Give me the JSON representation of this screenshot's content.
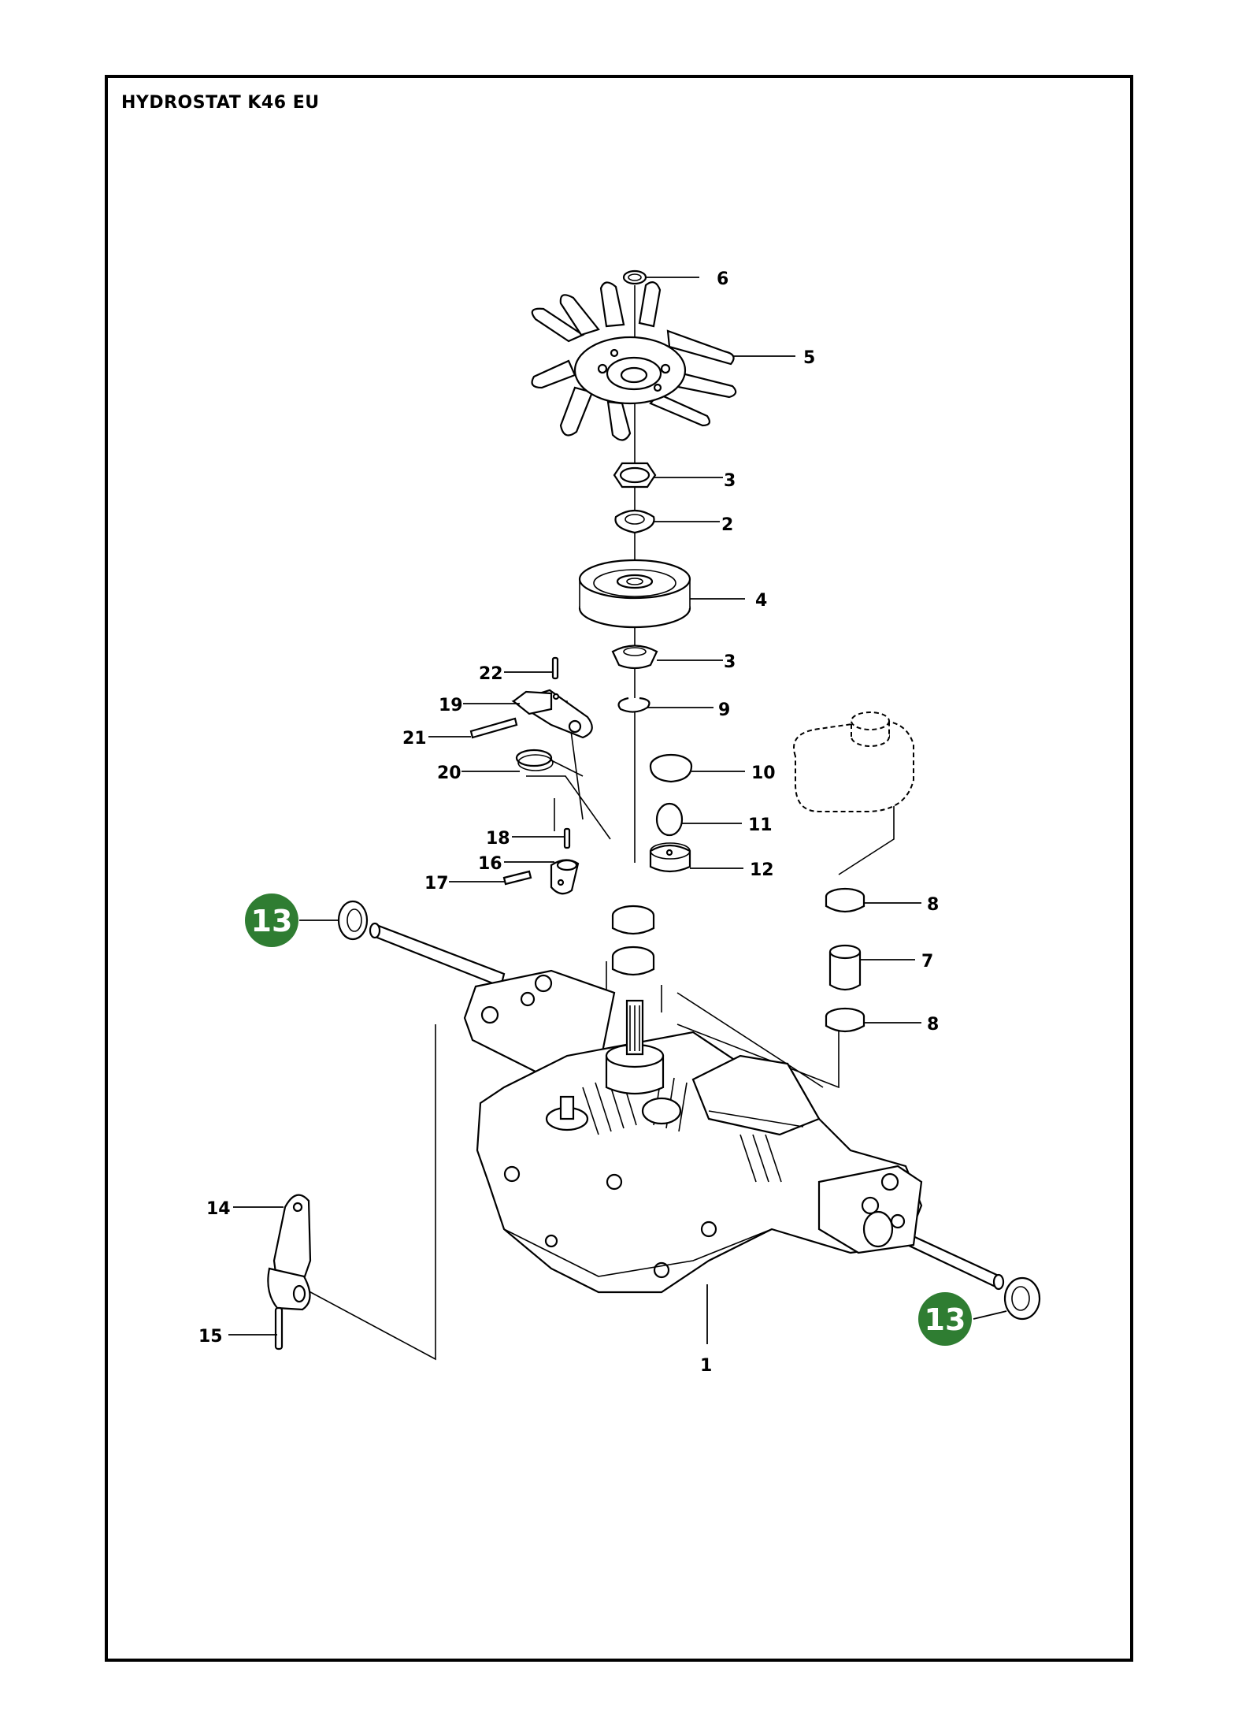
{
  "title": "HYDROSTAT K46 EU",
  "callouts": [
    {
      "id": "c6",
      "label": "6"
    },
    {
      "id": "c5",
      "label": "5"
    },
    {
      "id": "c3a",
      "label": "3"
    },
    {
      "id": "c2",
      "label": "2"
    },
    {
      "id": "c4",
      "label": "4"
    },
    {
      "id": "c3b",
      "label": "3"
    },
    {
      "id": "c9",
      "label": "9"
    },
    {
      "id": "c22",
      "label": "22"
    },
    {
      "id": "c19",
      "label": "19"
    },
    {
      "id": "c21",
      "label": "21"
    },
    {
      "id": "c20",
      "label": "20"
    },
    {
      "id": "c10",
      "label": "10"
    },
    {
      "id": "c11",
      "label": "11"
    },
    {
      "id": "c12",
      "label": "12"
    },
    {
      "id": "c18",
      "label": "18"
    },
    {
      "id": "c16",
      "label": "16"
    },
    {
      "id": "c17",
      "label": "17"
    },
    {
      "id": "c8a",
      "label": "8"
    },
    {
      "id": "c7",
      "label": "7"
    },
    {
      "id": "c8b",
      "label": "8"
    },
    {
      "id": "c14",
      "label": "14"
    },
    {
      "id": "c15",
      "label": "15"
    },
    {
      "id": "c1",
      "label": "1"
    }
  ],
  "highlight": {
    "label": "13",
    "color": "#2f7d32"
  }
}
